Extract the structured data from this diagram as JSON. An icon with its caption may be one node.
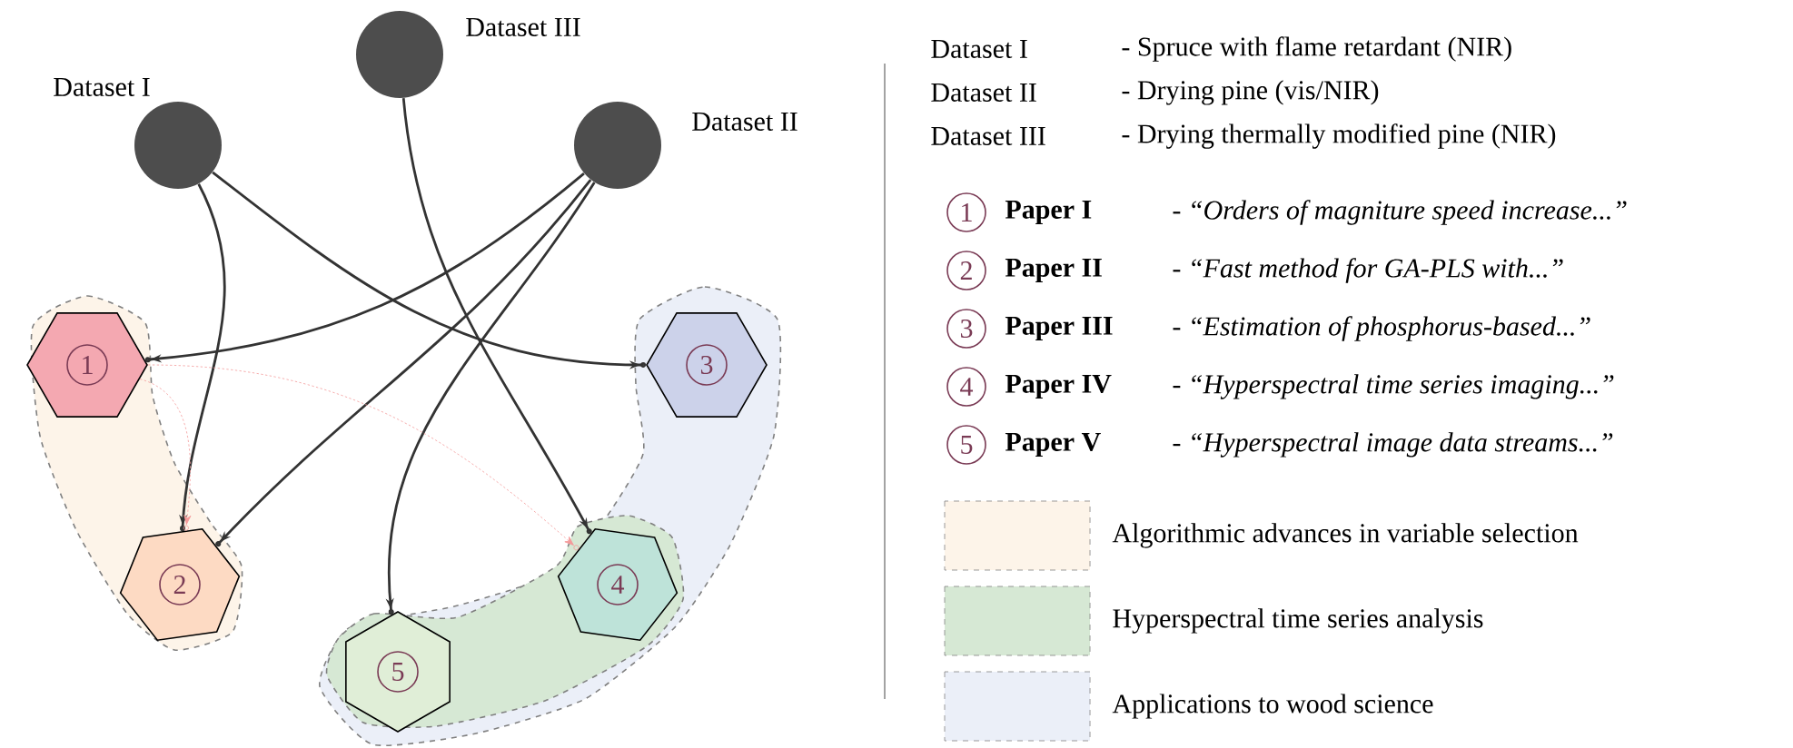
{
  "diagram": {
    "nodes": [
      {
        "text": [
          "Dataset I"
        ]
      },
      {
        "text": [
          "Dataset III"
        ]
      },
      {
        "text": [
          "Dataset II"
        ]
      },
      {
        "text": [],
        "shape": "band"
      },
      {
        "text": [
          "1"
        ],
        "in": 3
      },
      {
        "text": [
          "2"
        ],
        "in": 3
      },
      {
        "text": [],
        "shape": "band"
      },
      {
        "text": [
          "3"
        ],
        "in": 6
      },
      {
        "text": [],
        "shape": "band",
        "in": 6
      },
      {
        "text": [
          "4"
        ],
        "in": 8
      },
      {
        "text": [
          "5"
        ],
        "in": 8
      }
    ],
    "edges": [
      {
        "from": 0,
        "to": 5,
        "arrow": "to"
      },
      {
        "from": 0,
        "to": 7,
        "arrow": "to"
      },
      {
        "from": 1,
        "to": 9,
        "arrow": "to"
      },
      {
        "from": 2,
        "to": 4,
        "arrow": "to"
      },
      {
        "from": 2,
        "to": 5,
        "arrow": "to"
      },
      {
        "from": 2,
        "to": 10,
        "arrow": "to"
      },
      {
        "from": 4,
        "to": 5,
        "arrow": "to",
        "style": "dashed",
        "color": "#f49a9a"
      },
      {
        "from": 4,
        "to": 9,
        "arrow": "to",
        "style": "dashed",
        "color": "#f49a9a"
      }
    ],
    "labels": [
      "Dataset I",
      "- Spruce with flame retardant (NIR)",
      "Dataset II",
      "- Drying pine (vis/NIR)",
      "Dataset III",
      "- Drying thermally modified pine (NIR)",
      "1",
      "Paper I",
      "- *“Orders of magniture speed increase...”*",
      "2",
      "Paper II",
      "- *“Fast method for GA-PLS with...”*",
      "3",
      "Paper III",
      "- *“Estimation of phosphorus-based...”*",
      "4",
      "Paper IV",
      "- *“Hyperspectral time series imaging...”*",
      "5",
      "Paper V",
      "- *“Hyperspectral image data streams...”*"
    ],
    "legend": [
      {
        "text": "Algorithmic advances in variable selection",
        "color": "#fdf4e9"
      },
      {
        "text": "Hyperspectral time series analysis",
        "color": "#d6e8d4"
      },
      {
        "text": "Applications to wood science",
        "color": "#ebeff8"
      }
    ]
  }
}
